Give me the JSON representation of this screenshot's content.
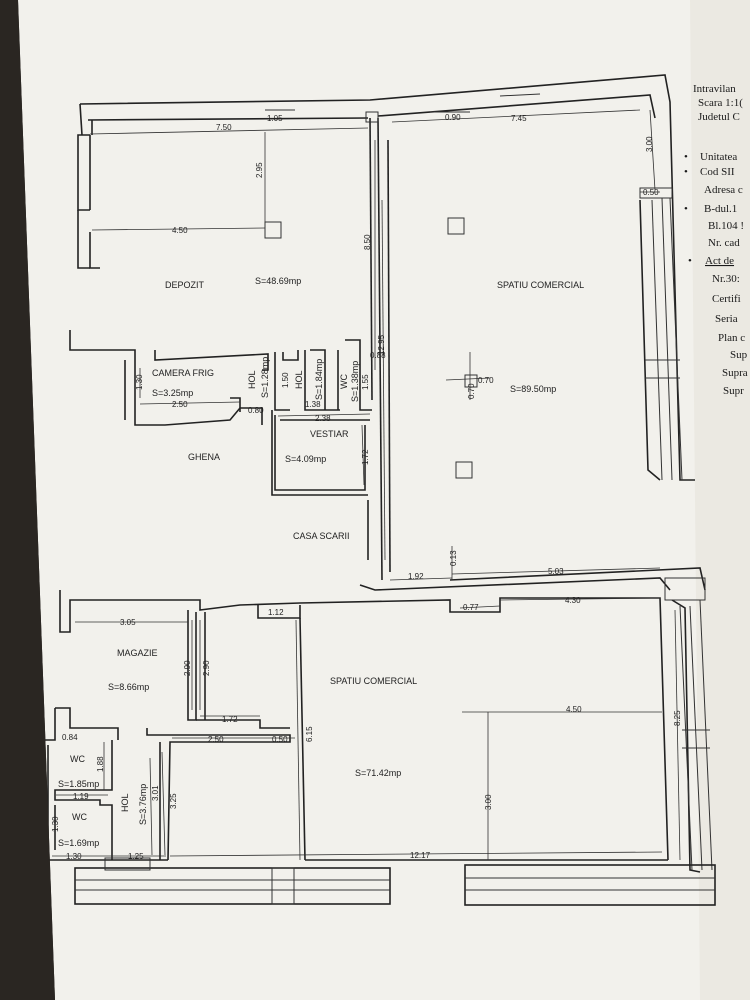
{
  "side_header": [
    "Intravilan",
    "Scara 1:1(",
    "Judetul C"
  ],
  "side_bullets": [
    [
      "Unitatea"
    ],
    [
      "Cod SII",
      "Adresa c"
    ],
    [
      "B-dul.1",
      "Bl.104 !",
      "Nr. cad"
    ],
    [
      "Act de",
      "Nr.30:",
      "Certifi",
      "Seria",
      "Plan c",
      "Sup",
      "Supra",
      "Supr"
    ]
  ],
  "rooms": {
    "depozit": "DEPOZIT",
    "depozit_area": "S=48.69mp",
    "spatiu_upper": "SPATIU COMERCIAL",
    "spatiu_upper_area": "S=89.50mp",
    "camera_frig": "CAMERA FRIG",
    "camera_frig_area": "S=3.25mp",
    "hol1": "HOL",
    "hol1_area": "S=1.28mp",
    "hol2": "HOL",
    "hol2_area": "S=1.84mp",
    "wc_top": "WC",
    "wc_top_area": "S=1.38mp",
    "vestiar": "VESTIAR",
    "vestiar_area": "S=4.09mp",
    "ghena": "GHENA",
    "casa_scarii": "CASA SCARII",
    "magazie": "MAGAZIE",
    "magazie_area": "S=8.66mp",
    "spatiu_lower": "SPATIU COMERCIAL",
    "spatiu_lower_area": "S=71.42mp",
    "wc1": "WC",
    "wc1_area": "S=1.85mp",
    "wc2": "WC",
    "wc2_area": "S=1.69mp",
    "hol3": "HOL",
    "hol3_area": "S=3.76mp"
  },
  "dims": {
    "d105": "1.05",
    "d090": "0.90",
    "d750": "7.50",
    "d745": "7.45",
    "d300a": "3.00",
    "d050a": "0.50",
    "d295": "2.95",
    "d450a": "4.50",
    "d850": "8.50",
    "d1295": "12.95",
    "d070a": "0.70",
    "d070b": "0.70",
    "d088": "0.88",
    "d130a": "1.30",
    "d250a": "2.50",
    "d080": "0.80",
    "d138": "1.38",
    "d150": "1.50",
    "d155": "1.55",
    "d238": "2.38",
    "d172a": "1.72",
    "d013": "0.13",
    "d192": "1.92",
    "d503": "5.03",
    "d077": "0.77",
    "d430": "4.30",
    "d305": "3.05",
    "d112": "1.12",
    "d290a": "2.90",
    "d290b": "2.90",
    "d172b": "1.72",
    "d450b": "4.50",
    "d825": "8.25",
    "d084": "0.84",
    "d250b": "2.50",
    "d050b": "0.50",
    "d615": "6.15",
    "d188": "1.88",
    "d119": "1.19",
    "d301": "3.01",
    "d325": "3.25",
    "d300b": "3.00",
    "d130b": "1.30",
    "d130c": "1.30",
    "d125": "1.25",
    "d1217": "12.17"
  }
}
